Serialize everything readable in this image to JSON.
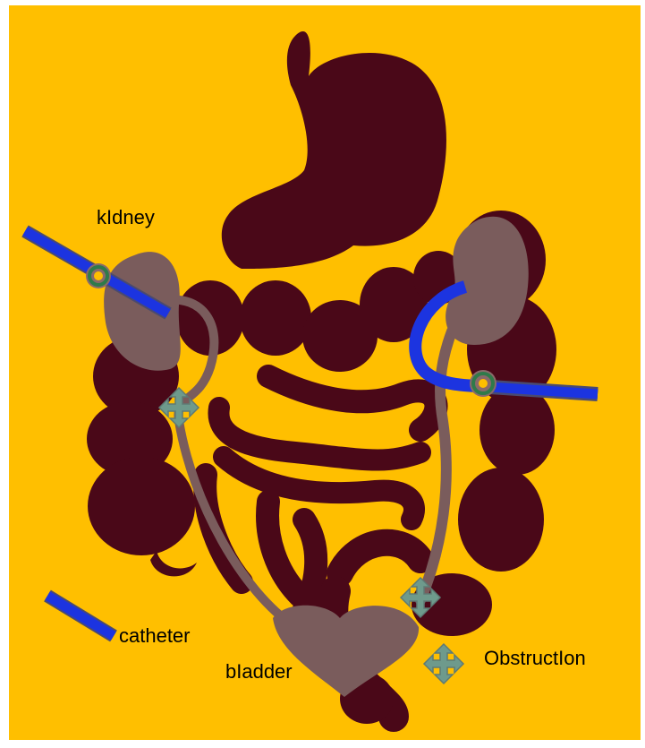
{
  "labels": {
    "kidney": "kIdney",
    "catheter": "catheter",
    "bladder": "bIadder",
    "obstruction": "ObstructIon"
  },
  "colors": {
    "background": "#FFBF00",
    "intestine": "#4A0818",
    "organ": "#7A5C5C",
    "catheter": "#1C34E0",
    "catheter_outline": "#4A4A70",
    "ring": "#2F7A4A",
    "ring_center": "#FFBF00",
    "move_handle": "#6E9A8C"
  },
  "icons": {
    "move": "move-cross-arrows-icon",
    "port": "catheter-port-ring-icon"
  }
}
